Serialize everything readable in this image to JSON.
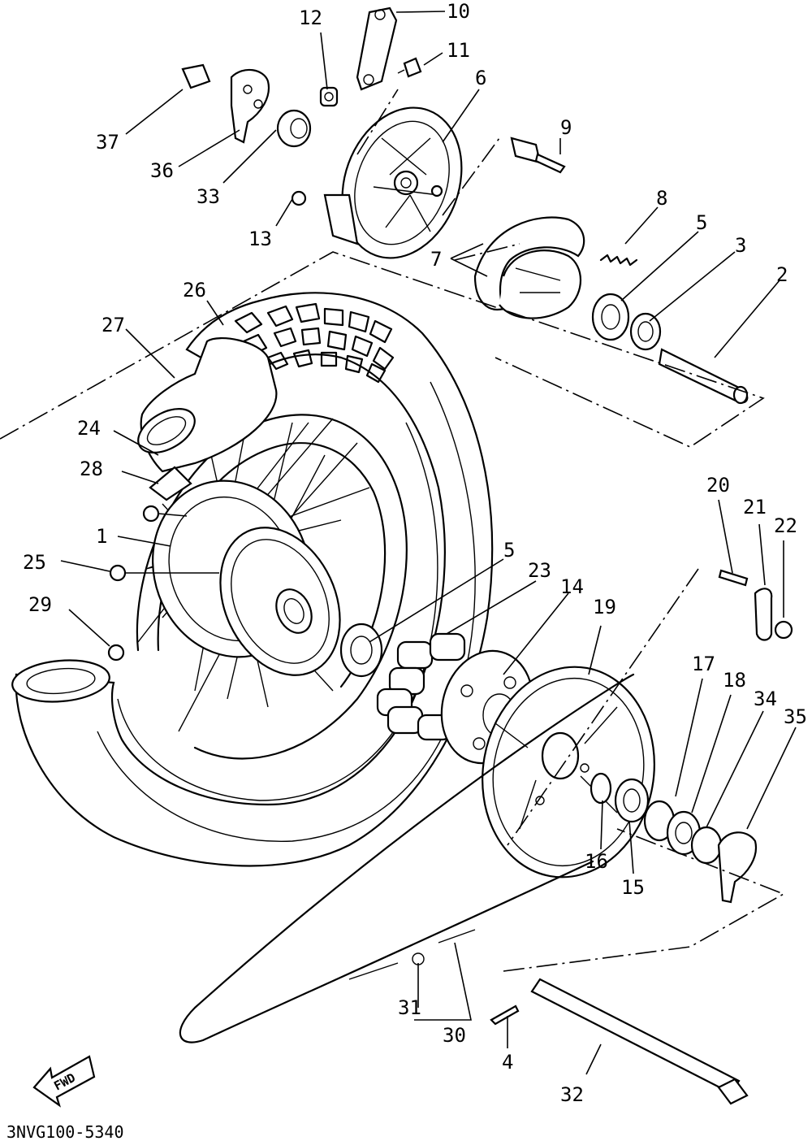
{
  "figure_code": "3NVG100-5340",
  "fwd_label": "FWD",
  "callouts": {
    "p1": "1",
    "p2": "2",
    "p3": "3",
    "p4": "4",
    "p5a": "5",
    "p5b": "5",
    "p6": "6",
    "p7": "7",
    "p8": "8",
    "p9": "9",
    "p10": "10",
    "p11": "11",
    "p12": "12",
    "p13": "13",
    "p14": "14",
    "p15": "15",
    "p16": "16",
    "p17": "17",
    "p18": "18",
    "p19": "19",
    "p20": "20",
    "p21": "21",
    "p22": "22",
    "p23": "23",
    "p24": "24",
    "p25": "25",
    "p26": "26",
    "p27": "27",
    "p28": "28",
    "p29": "29",
    "p30": "30",
    "p31": "31",
    "p32": "32",
    "p33": "33",
    "p34": "34",
    "p35": "35",
    "p36": "36",
    "p37": "37"
  }
}
